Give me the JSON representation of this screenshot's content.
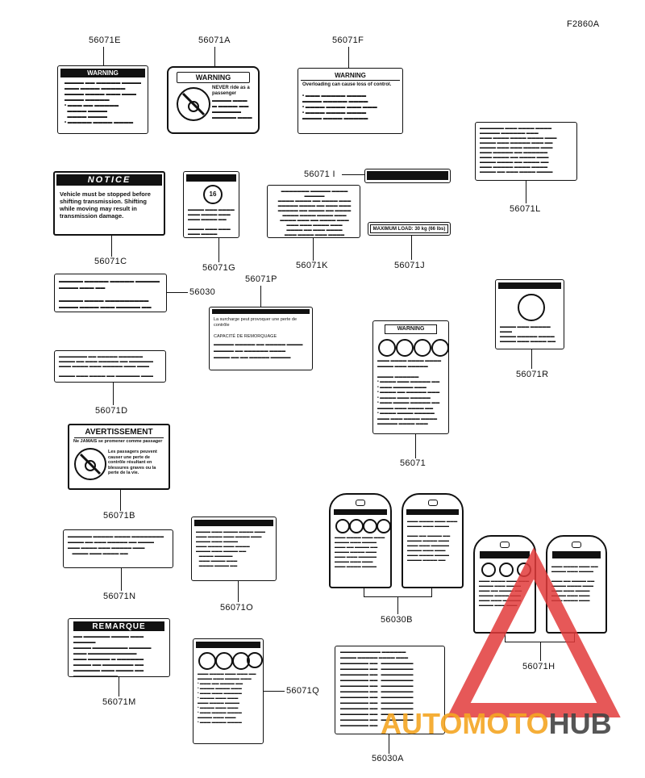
{
  "diagram_code": "F2860A",
  "parts": {
    "p56071E": "56071E",
    "p56071A": "56071A",
    "p56071F": "56071F",
    "p56071I": "56071 I",
    "p56071L": "56071L",
    "p56071C": "56071C",
    "p56071G": "56071G",
    "p56071K": "56071K",
    "p56071J": "56071J",
    "p56030": "56030",
    "p56071P": "56071P",
    "p56071R": "56071R",
    "p56071D": "56071D",
    "p56071": "56071",
    "p56071B": "56071B",
    "p56071N": "56071N",
    "p56071O": "56071O",
    "p56030B": "56030B",
    "p56071H": "56071H",
    "p56071M": "56071M",
    "p56071Q": "56071Q",
    "p56030A": "56030A"
  },
  "label_text": {
    "warning": "WARNING",
    "notice": "NOTICE",
    "notice_body": "Vehicle must be stopped before shifting transmission. Shifting while moving may result in transmission damage.",
    "avertissement": "AVERTISSEMENT",
    "remarque": "REMARQUE",
    "max_load": "MAXIMUM LOAD: 30 kg (66 lbs)",
    "f_body": "Overloading can cause loss of control.",
    "a_body": "NEVER ride as a passenger",
    "circle_16": "16",
    "p_line1": "La surcharge peut provoquer une perte de contrôle",
    "p_line2": "CAPACITÉ DE REMORQUAGE",
    "b_line": "Ne JAMAIS se promener comme passager",
    "b_body": "Les passagers peuvent causer une perte de contrôle résultant en blessures graves ou la perte de la vie."
  },
  "watermark": {
    "part1": "AUTOMOTO",
    "part2": "HUB",
    "color_red": "#e23b3b",
    "color_orange": "#f5a623",
    "color_gray": "#444444"
  }
}
